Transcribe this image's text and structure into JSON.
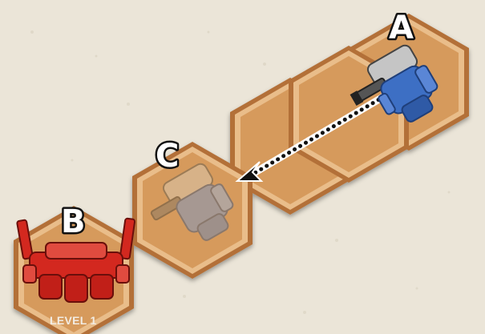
{
  "board": {
    "background_color": "#ebe5d8",
    "hex_face_color": "#d69a5c",
    "hex_bevel_light": "#e9bd8a",
    "hex_bevel_dark": "#b36f38",
    "hex_count": 5
  },
  "units": {
    "a": {
      "label": "A",
      "faction_color": "#3d6fc4",
      "state": "active"
    },
    "b": {
      "label": "B",
      "faction_color": "#d3281f",
      "level_label": "LEVEL 1"
    },
    "c": {
      "label": "C",
      "faction_color": "#7f97bf",
      "state": "ghost"
    }
  },
  "movement": {
    "from": "A",
    "to": "C",
    "line_style": "dotted",
    "arrow_icon": "arrowhead-icon"
  }
}
